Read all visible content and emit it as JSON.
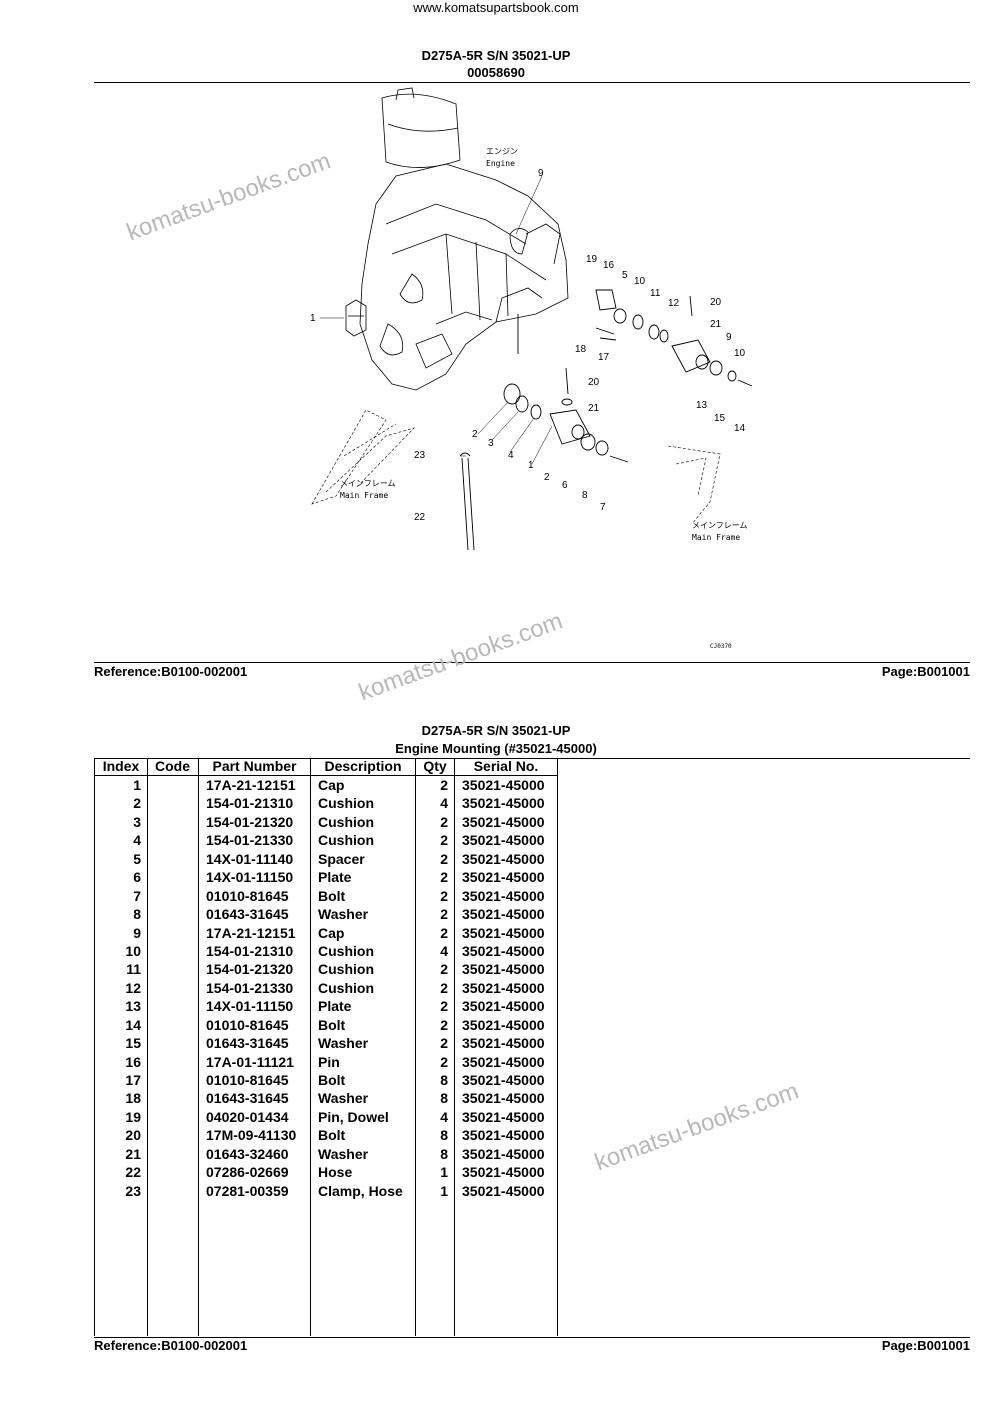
{
  "site_url": "www.komatsupartsbook.com",
  "watermark_text": "komatsu-books.com",
  "section1": {
    "title": "D275A-5R S/N 35021-UP",
    "subtitle": "00058690",
    "reference": "Reference:B0100-002001",
    "page": "Page:B001001"
  },
  "diagram": {
    "engine_label_jp": "エンジン",
    "engine_label_en": "Engine",
    "frame_label_jp": "メインフレーム",
    "frame_label_en": "Main Frame",
    "drawing_code": "CJ0370",
    "callouts": [
      "1",
      "2",
      "3",
      "4",
      "5",
      "6",
      "7",
      "8",
      "9",
      "10",
      "11",
      "12",
      "13",
      "14",
      "15",
      "16",
      "17",
      "18",
      "19",
      "20",
      "21",
      "22",
      "23"
    ]
  },
  "section2": {
    "title": "D275A-5R S/N 35021-UP",
    "subtitle": "Engine Mounting (#35021-45000)",
    "reference": "Reference:B0100-002001",
    "page": "Page:B001001",
    "columns": {
      "index": "Index",
      "code": "Code",
      "part_number": "Part Number",
      "description": "Description",
      "qty": "Qty",
      "serial": "Serial No."
    },
    "rows": [
      {
        "index": "1",
        "code": "",
        "part_number": "17A-21-12151",
        "description": "Cap",
        "qty": "2",
        "serial": "35021-45000"
      },
      {
        "index": "2",
        "code": "",
        "part_number": "154-01-21310",
        "description": "Cushion",
        "qty": "4",
        "serial": "35021-45000"
      },
      {
        "index": "3",
        "code": "",
        "part_number": "154-01-21320",
        "description": "Cushion",
        "qty": "2",
        "serial": "35021-45000"
      },
      {
        "index": "4",
        "code": "",
        "part_number": "154-01-21330",
        "description": "Cushion",
        "qty": "2",
        "serial": "35021-45000"
      },
      {
        "index": "5",
        "code": "",
        "part_number": "14X-01-11140",
        "description": "Spacer",
        "qty": "2",
        "serial": "35021-45000"
      },
      {
        "index": "6",
        "code": "",
        "part_number": "14X-01-11150",
        "description": "Plate",
        "qty": "2",
        "serial": "35021-45000"
      },
      {
        "index": "7",
        "code": "",
        "part_number": "01010-81645",
        "description": "Bolt",
        "qty": "2",
        "serial": "35021-45000"
      },
      {
        "index": "8",
        "code": "",
        "part_number": "01643-31645",
        "description": "Washer",
        "qty": "2",
        "serial": "35021-45000"
      },
      {
        "index": "9",
        "code": "",
        "part_number": "17A-21-12151",
        "description": "Cap",
        "qty": "2",
        "serial": "35021-45000"
      },
      {
        "index": "10",
        "code": "",
        "part_number": "154-01-21310",
        "description": "Cushion",
        "qty": "4",
        "serial": "35021-45000"
      },
      {
        "index": "11",
        "code": "",
        "part_number": "154-01-21320",
        "description": "Cushion",
        "qty": "2",
        "serial": "35021-45000"
      },
      {
        "index": "12",
        "code": "",
        "part_number": "154-01-21330",
        "description": "Cushion",
        "qty": "2",
        "serial": "35021-45000"
      },
      {
        "index": "13",
        "code": "",
        "part_number": "14X-01-11150",
        "description": "Plate",
        "qty": "2",
        "serial": "35021-45000"
      },
      {
        "index": "14",
        "code": "",
        "part_number": "01010-81645",
        "description": "Bolt",
        "qty": "2",
        "serial": "35021-45000"
      },
      {
        "index": "15",
        "code": "",
        "part_number": "01643-31645",
        "description": "Washer",
        "qty": "2",
        "serial": "35021-45000"
      },
      {
        "index": "16",
        "code": "",
        "part_number": "17A-01-11121",
        "description": "Pin",
        "qty": "2",
        "serial": "35021-45000"
      },
      {
        "index": "17",
        "code": "",
        "part_number": "01010-81645",
        "description": "Bolt",
        "qty": "8",
        "serial": "35021-45000"
      },
      {
        "index": "18",
        "code": "",
        "part_number": "01643-31645",
        "description": "Washer",
        "qty": "8",
        "serial": "35021-45000"
      },
      {
        "index": "19",
        "code": "",
        "part_number": "04020-01434",
        "description": "Pin, Dowel",
        "qty": "4",
        "serial": "35021-45000"
      },
      {
        "index": "20",
        "code": "",
        "part_number": "17M-09-41130",
        "description": "Bolt",
        "qty": "8",
        "serial": "35021-45000"
      },
      {
        "index": "21",
        "code": "",
        "part_number": "01643-32460",
        "description": "Washer",
        "qty": "8",
        "serial": "35021-45000"
      },
      {
        "index": "22",
        "code": "",
        "part_number": "07286-02669",
        "description": "Hose",
        "qty": "1",
        "serial": "35021-45000"
      },
      {
        "index": "23",
        "code": "",
        "part_number": "07281-00359",
        "description": "Clamp, Hose",
        "qty": "1",
        "serial": "35021-45000"
      }
    ]
  }
}
